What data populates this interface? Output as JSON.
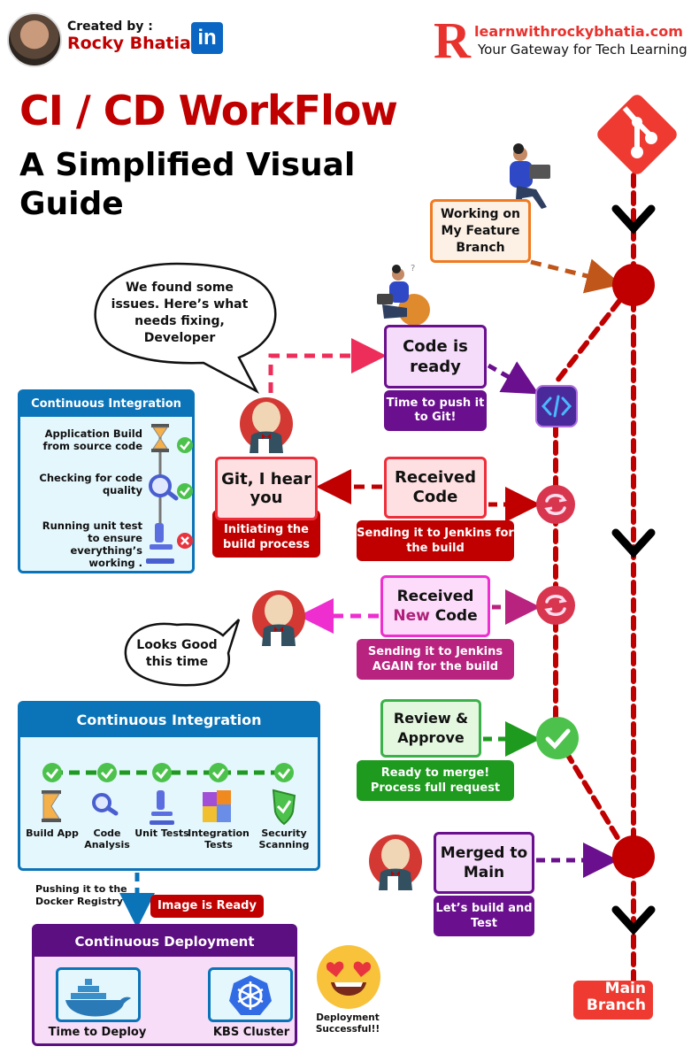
{
  "header": {
    "created_by_label": "Created by :",
    "author_name": "Rocky Bhatia",
    "linkedin_label": "in",
    "brand_letter": "R",
    "brand_site": "learnwithrockybhatia.com",
    "brand_tagline": "Your Gateway for Tech Learning"
  },
  "title": {
    "main": "CI / CD WorkFlow",
    "sub": "A Simplified Visual Guide"
  },
  "flow": {
    "feature_branch": "Working on My Feature Branch",
    "code_ready": "Code is ready",
    "push_to_git": "Time to push it to Git!",
    "jenkins_bubble": "We found some issues. Here’s what needs fixing, Developer",
    "git_hear_you": "Git, I hear you",
    "initiating_build": "Initiating the build process",
    "received_code": "Received Code",
    "sending_to_jenkins": "Sending it to Jenkins for the build",
    "received_new_prefix": "Received",
    "received_new_word": "New",
    "received_new_suffix": "Code",
    "sending_again": "Sending it to Jenkins AGAIN for the build",
    "looks_good": "Looks Good this time",
    "review_approve": "Review & Approve",
    "ready_to_merge": "Ready to merge! Process full request",
    "merged_to_main": "Merged to Main",
    "lets_build": "Let’s build and Test",
    "main_branch": "Main Branch"
  },
  "ci_checks": {
    "title": "Continuous Integration",
    "items": [
      {
        "label": "Application Build from source code",
        "icon": "hourglass-icon",
        "status": "pass"
      },
      {
        "label": "Checking for code quality",
        "icon": "magnifier-icon",
        "status": "pass"
      },
      {
        "label": "Running unit test to ensure everything’s working .",
        "icon": "microscope-icon",
        "status": "fail"
      }
    ]
  },
  "ci_pipeline": {
    "title": "Continuous Integration",
    "steps": [
      {
        "label": "Build App",
        "icon": "hourglass-icon",
        "status": "pass"
      },
      {
        "label": "Code Analysis",
        "icon": "magnifier-icon",
        "status": "pass"
      },
      {
        "label": "Unit Tests",
        "icon": "microscope-icon",
        "status": "pass"
      },
      {
        "label": "Integration Tests",
        "icon": "puzzle-icon",
        "status": "pass"
      },
      {
        "label": "Security Scanning",
        "icon": "shield-icon",
        "status": "pass"
      }
    ]
  },
  "cd": {
    "push_docker": "Pushing it to the Docker Registry",
    "image_ready": "Image is Ready",
    "title": "Continuous Deployment",
    "deploy_label": "Time to Deploy",
    "cluster_label": "KBS Cluster",
    "success": "Deployment Successful!!"
  },
  "colors": {
    "brand_red": "#c00000",
    "git_red": "#ee3a30",
    "purple": "#6a0f8e",
    "magenta": "#b8237f",
    "green": "#1e9a1e",
    "ci_blue": "#0b74b8",
    "orange": "#f07a21"
  }
}
